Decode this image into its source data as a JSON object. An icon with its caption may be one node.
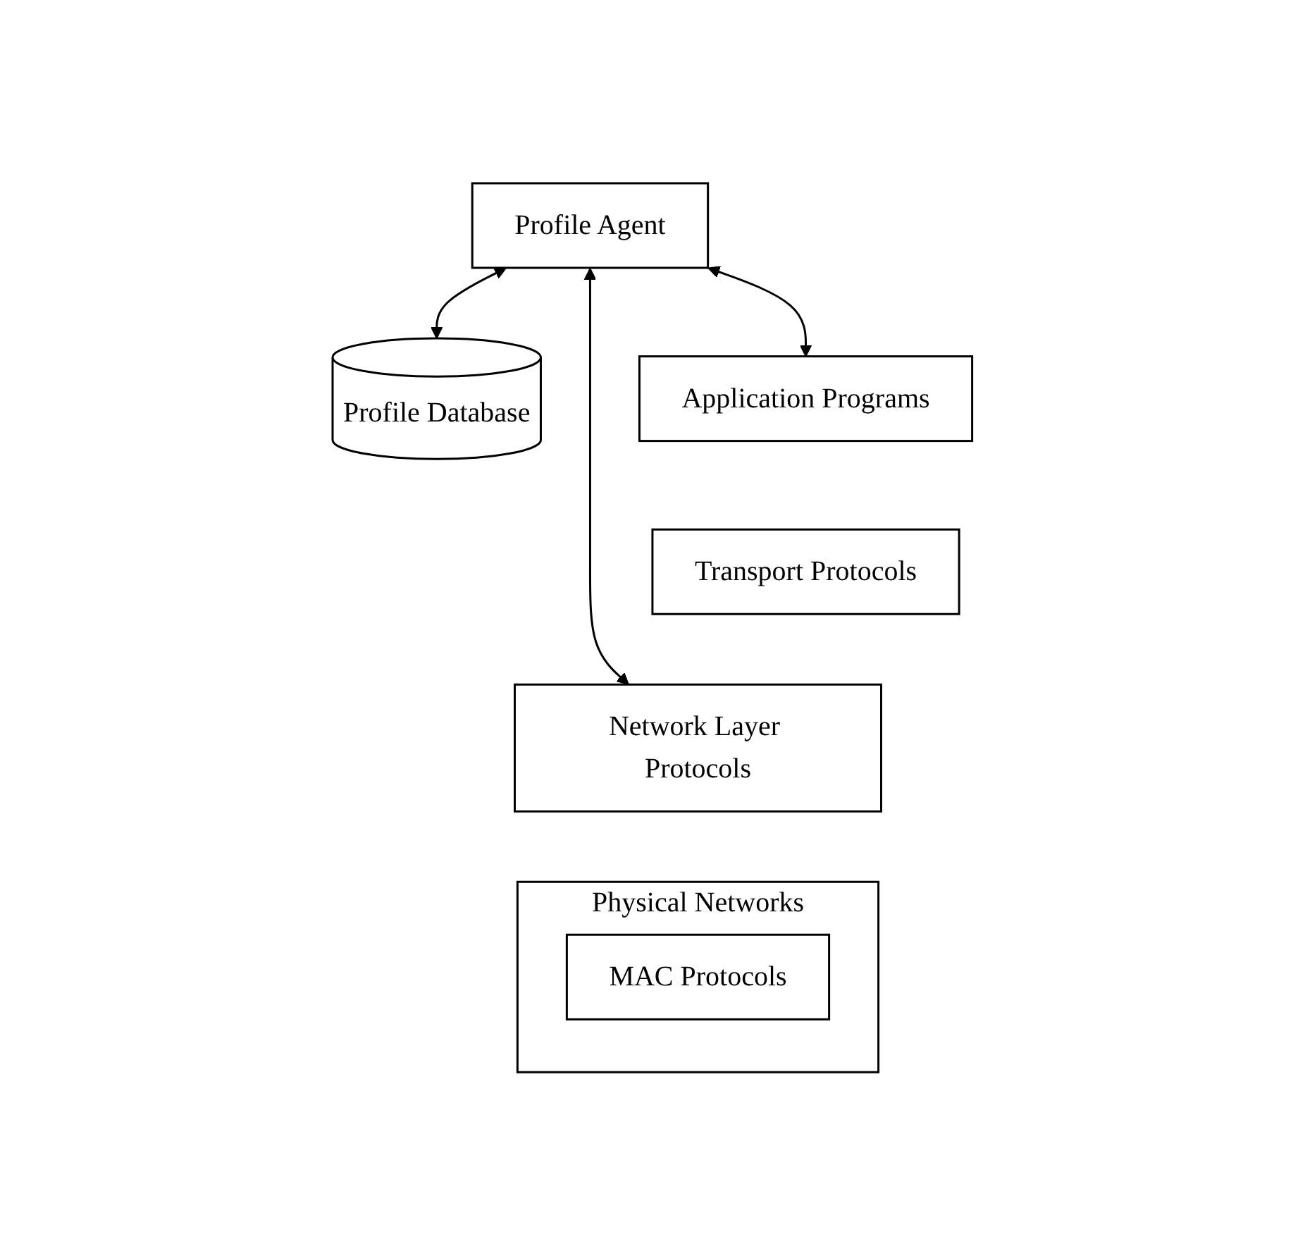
{
  "diagram": {
    "nodes": [
      {
        "text": [
          "Profile Agent"
        ]
      },
      {
        "text": [
          "Profile Database"
        ]
      },
      {
        "text": [
          "Application Programs"
        ]
      },
      {
        "text": [
          "Transport Protocols"
        ]
      },
      {
        "text": [
          "Network Layer Protocols"
        ]
      },
      {
        "text": [
          "Physical Networks"
        ]
      },
      {
        "text": [
          "MAC Protocols"
        ],
        "in": 5
      }
    ],
    "edges": [
      {
        "from": 0,
        "to": 2,
        "arrow": "both"
      },
      {
        "from": 0,
        "to": 4,
        "arrow": "both"
      },
      {
        "from": 0,
        "to": 1,
        "arrow": "both"
      }
    ]
  }
}
